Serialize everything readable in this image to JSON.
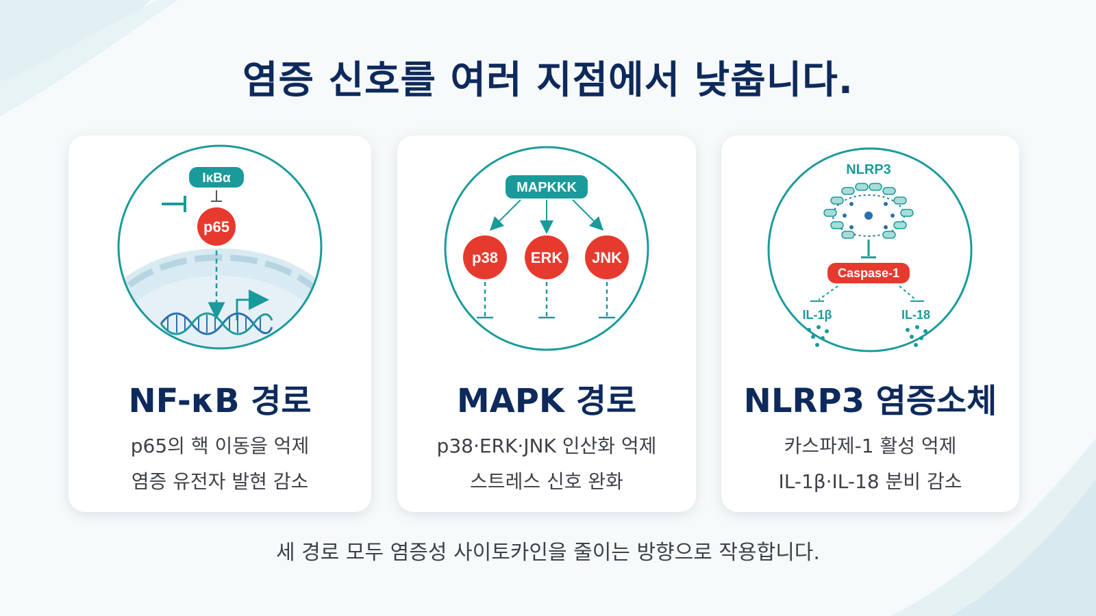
{
  "title": "염증 신호를 여러 지점에서 낮춥니다.",
  "cards": [
    {
      "title": "NF-κB 경로",
      "desc": [
        "p65의 핵 이동을 억제",
        "염증 유전자 발현 감소"
      ],
      "labels": {
        "inhibitor": "IκBα",
        "node": "p65"
      }
    },
    {
      "title": "MAPK 경로",
      "desc": [
        "p38·ERK·JNK 인산화 억제",
        "스트레스 신호 완화"
      ],
      "labels": {
        "top": "MAPKKK",
        "nodes": [
          "p38",
          "ERK",
          "JNK"
        ]
      }
    },
    {
      "title": "NLRP3 염증소체",
      "desc": [
        "카스파제-1 활성 억제",
        "IL-1β·IL-18 분비 감소"
      ],
      "labels": {
        "top": "NLRP3",
        "enzyme": "Caspase-1",
        "outputs": [
          "IL-1β",
          "IL-18"
        ]
      }
    }
  ],
  "footer": "세 경로 모두 염증성 사이토카인을 줄이는 방향으로 작용합니다.",
  "colors": {
    "navy": "#0e2a5c",
    "teal": "#1a9a9a",
    "red": "#e63a2e",
    "light_blue": "#dcecf3"
  }
}
